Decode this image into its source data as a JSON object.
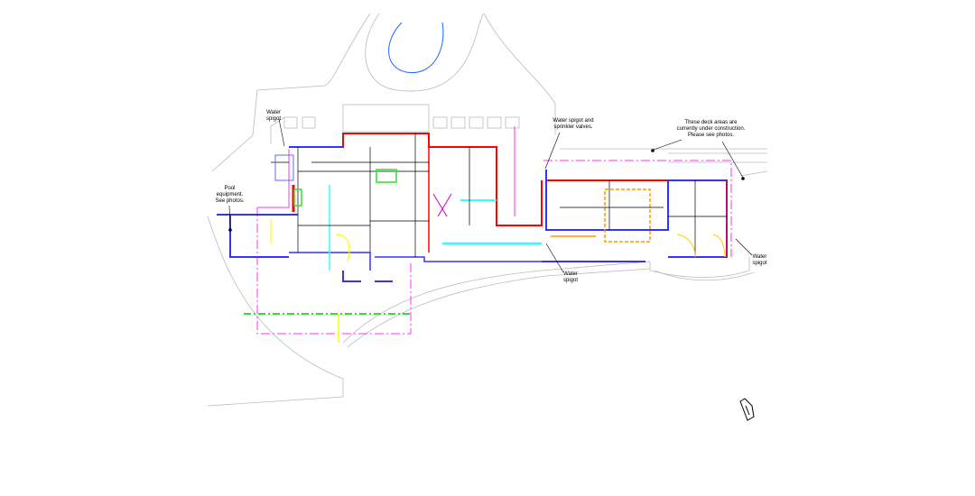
{
  "annotations": {
    "water_spigot_top": "Water\nspigot",
    "pool_equipment": "Pool\nequipment.\nSee photos.",
    "water_spigot_sprinkler": "Water spigot and\nsprinkler valves.",
    "deck_construction": "These deck areas are\ncurrently under construction.\nPlease see photos.",
    "water_spigot_bottom": "Water\nspigot",
    "water_spigot_right": "Water\nspigot"
  },
  "colors": {
    "wall_red": "#ff0000",
    "wall_blue": "#3333ff",
    "boundary_magenta": "#ff33ff",
    "green_line": "#33dd33",
    "yellow": "#ffff00",
    "cyan": "#33ffff",
    "orange": "#ff9900",
    "site_gray": "#bbbbbb",
    "water_blue": "#1a66ff"
  }
}
